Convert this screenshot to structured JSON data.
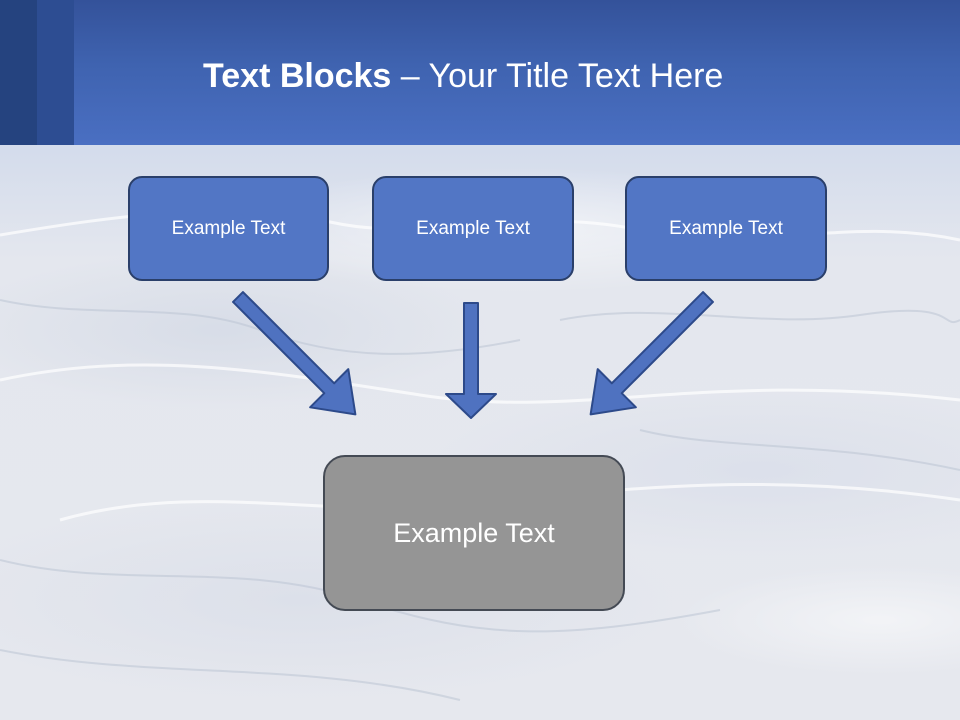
{
  "slide": {
    "title_bold": "Text Blocks",
    "title_dash": " – ",
    "title_rest": "Your Title Text Here"
  },
  "boxes": [
    {
      "label": "Example Text"
    },
    {
      "label": "Example Text"
    },
    {
      "label": "Example Text"
    }
  ],
  "result": {
    "label": "Example Text"
  },
  "colors": {
    "header": "#4a6fc2",
    "box_fill": "#5276c5",
    "box_border": "#2a3f6a",
    "result_fill": "#959595",
    "arrow_fill": "#4f72c0",
    "arrow_stroke": "#2d4a8a"
  },
  "icons": {
    "arrow_left": "arrow-down-right-icon",
    "arrow_center": "arrow-down-icon",
    "arrow_right": "arrow-down-left-icon"
  }
}
